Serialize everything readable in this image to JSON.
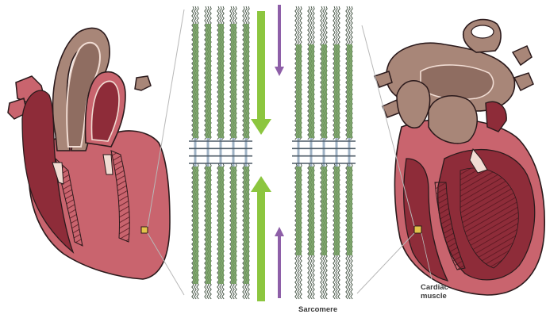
{
  "labels": {
    "sarcomere": "Sarcomere",
    "cardiac_line1": "Cardiac",
    "cardiac_line2": "muscle"
  },
  "colors": {
    "heart_outer": "#c9646e",
    "heart_inner": "#8e2c39",
    "heart_outline": "#2b1a1c",
    "vessel": "#a88678",
    "vessel_dark": "#6f5249",
    "rim": "#f1dcd3",
    "myofibril_dark": "#3a4a3a",
    "myofibril_green": "#6f9a5a",
    "zdisc": "#9db1c4",
    "arrow_green": "#8cc63f",
    "arrow_purple": "#8e5fa8",
    "highlight_square": "#e2c34a"
  },
  "icons": {
    "arrow_down_green": "arrow-down-icon",
    "arrow_up_green": "arrow-up-icon",
    "arrow_down_purple": "arrow-down-icon",
    "arrow_up_purple": "arrow-up-icon"
  }
}
